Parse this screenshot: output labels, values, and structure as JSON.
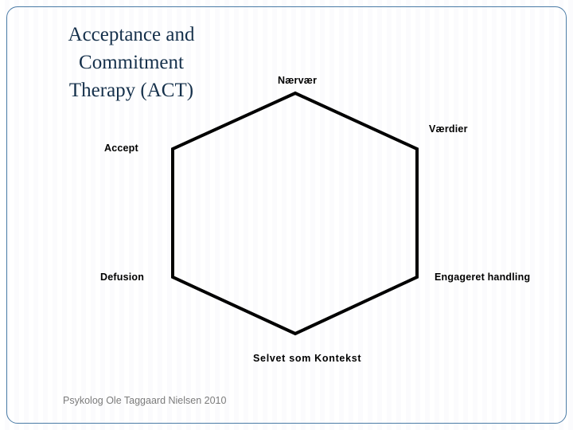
{
  "slide": {
    "title": "Acceptance and\n Commitment\nTherapy (ACT)",
    "credit": "Psykolog Ole Taggaard Nielsen 2010",
    "border_color": "#4a7ba6",
    "title_color": "#15304b",
    "credit_color": "#7b7b7b"
  },
  "diagram": {
    "type": "hexagon",
    "shape_name": "act-hexaflex",
    "outline_color": "#000000",
    "outline_width": 4,
    "fill": "none",
    "nodes": [
      {
        "id": "naervaer",
        "label": "Nærvær"
      },
      {
        "id": "vaerdier",
        "label": "Værdier"
      },
      {
        "id": "accept",
        "label": "Accept"
      },
      {
        "id": "defusion",
        "label": "Defusion"
      },
      {
        "id": "engageret",
        "label": "Engageret handling"
      },
      {
        "id": "selvet",
        "label": "Selvet som Kontekst"
      }
    ]
  }
}
